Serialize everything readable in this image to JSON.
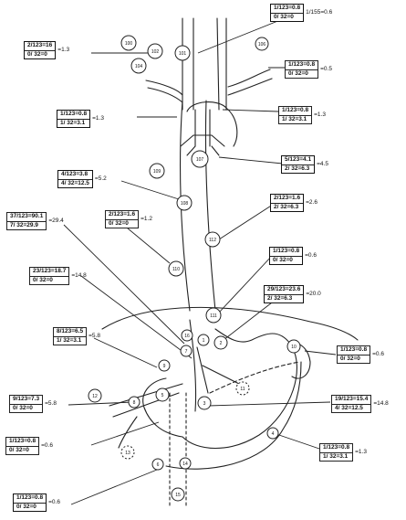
{
  "diagram": {
    "nodes": [
      "100",
      "101",
      "102",
      "104",
      "106",
      "109",
      "107",
      "108",
      "110",
      "111",
      "112",
      "1",
      "2",
      "3",
      "4",
      "5",
      "6",
      "7",
      "8",
      "9",
      "10",
      "11",
      "12",
      "13",
      "14",
      "15",
      "16"
    ],
    "fractions": [
      {
        "id": "ratio-top-right",
        "top": "1/123=0.8",
        "bottom": "0/ 32=0",
        "result": "1/155=0.6",
        "thick": true
      },
      {
        "id": "ratio-upper-left",
        "top": "2/123=16",
        "bottom": "0/ 32=0",
        "result": "=1.3",
        "thick": true
      },
      {
        "id": "ratio-104-right",
        "top": "1/123=0.8",
        "bottom": "0/ 32=0",
        "result": "=0.5",
        "thick": false
      },
      {
        "id": "ratio-106-left",
        "top": "1/123=0.8",
        "bottom": "1/ 32=3.1",
        "result": "=1.3",
        "thick": true
      },
      {
        "id": "ratio-106-right",
        "top": "1/123=0.8",
        "bottom": "1/ 32=3.1",
        "result": "=1.3",
        "thick": false
      },
      {
        "id": "ratio-107-right",
        "top": "5/123=4.1",
        "bottom": "2/ 32=6.3",
        "result": "=4.5",
        "thick": true
      },
      {
        "id": "ratio-108-left",
        "top": "4/123=3.8",
        "bottom": "4/ 32=12.5",
        "result": "=5.2",
        "thick": true
      },
      {
        "id": "ratio-112-right",
        "top": "2/123=1.6",
        "bottom": "2/ 32=6.3",
        "result": "=2.6",
        "thick": true
      },
      {
        "id": "ratio-mid-left",
        "top": "37/123=90.1",
        "bottom": "7/ 32=29.9",
        "result": "=29.4",
        "thick": false
      },
      {
        "id": "ratio-110-left",
        "top": "2/123=1.6",
        "bottom": "0/ 32=0",
        "result": "=1.2",
        "thick": false
      },
      {
        "id": "ratio-111-right-a",
        "top": "1/123=0.8",
        "bottom": "0/ 32=0",
        "result": "=0.6",
        "thick": true
      },
      {
        "id": "ratio-left-middle",
        "top": "23/123=18.7",
        "bottom": "0/ 32=0",
        "result": "=14.8",
        "thick": false
      },
      {
        "id": "ratio-2-right",
        "top": "29/123=23.6",
        "bottom": "2/ 32=6.3",
        "result": "=20.0",
        "thick": true
      },
      {
        "id": "ratio-9-left",
        "top": "8/123=6.5",
        "bottom": "1/ 32=3.1",
        "result": "=5.8",
        "thick": false
      },
      {
        "id": "ratio-10-right",
        "top": "1/123=0.8",
        "bottom": "0/ 32=0",
        "result": "=0.6",
        "thick": false
      },
      {
        "id": "ratio-12-left",
        "top": "9/123=7.3",
        "bottom": "0/ 32=0",
        "result": "=5.8",
        "thick": false
      },
      {
        "id": "ratio-3-right",
        "top": "19/123=15.4",
        "bottom": "4/ 32=12.5",
        "result": "=14.8",
        "thick": false
      },
      {
        "id": "ratio-5-left",
        "top": "1/123=0.8",
        "bottom": "0/ 32=0",
        "result": "=0.6",
        "thick": false
      },
      {
        "id": "ratio-4-right",
        "top": "1/123=0.8",
        "bottom": "1/ 32=3.1",
        "result": "=1.3",
        "thick": false
      },
      {
        "id": "ratio-bottom-left",
        "top": "1/123=0.8",
        "bottom": "0/ 32=0",
        "result": "=0.6",
        "thick": true
      }
    ]
  }
}
